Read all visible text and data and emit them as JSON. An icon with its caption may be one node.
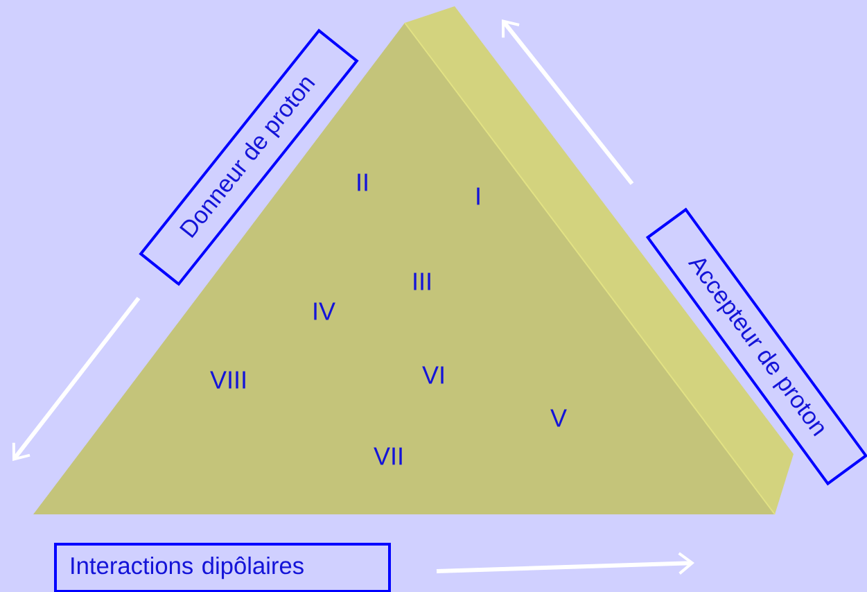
{
  "diagram": {
    "nodes": [
      {
        "text": [
          "Donneur de proton"
        ]
      },
      {
        "text": [
          "Accepteur de proton"
        ]
      },
      {
        "text": [
          "Interactions dipôlaires"
        ]
      }
    ],
    "labels": [
      "II",
      "I",
      "III",
      "IV",
      "VIII",
      "VI",
      "V",
      "VII"
    ]
  }
}
